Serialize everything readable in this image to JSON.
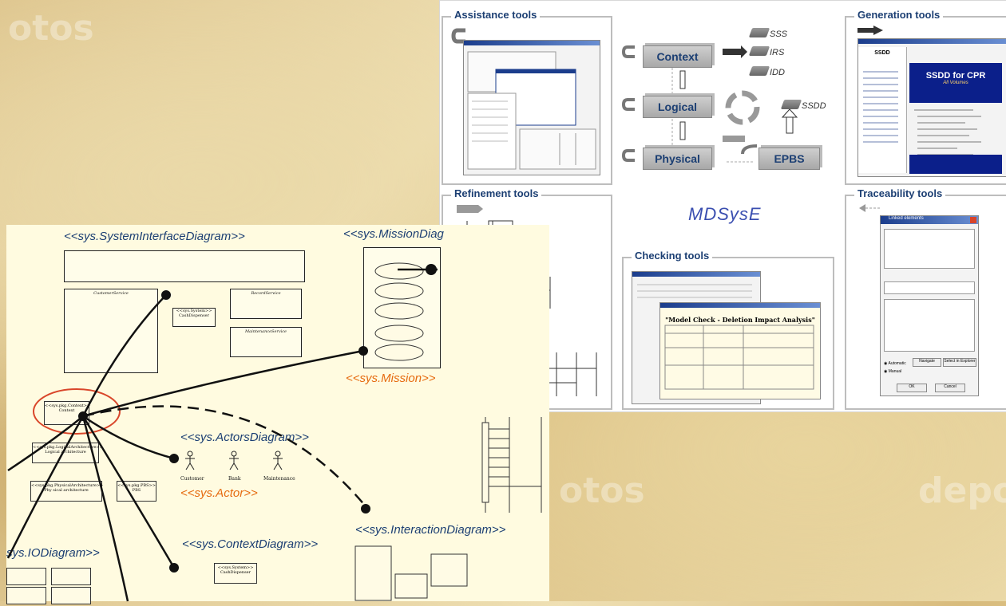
{
  "watermarks": [
    "otos",
    "otos",
    "depo"
  ],
  "panels": {
    "assistance": {
      "title": "Assistance tools"
    },
    "generation": {
      "title": "Generation tools",
      "doc_title": "SSDD",
      "doc_heading": "SSDD for CPR",
      "doc_sub": "All Volumes"
    },
    "refinement": {
      "title": "Refinement tools"
    },
    "traceability": {
      "title": "Traceability tools",
      "dialog_title": "Linked elements",
      "btn_ok": "OK",
      "btn_cancel": "Cancel",
      "btn_navigate": "Navigate",
      "btn_select": "Select in Explorer",
      "opt_auto": "Automatic",
      "opt_manual": "Manual"
    },
    "checking": {
      "title": "Checking tools",
      "report_title": "\"Model Check - Deletion Impact Analysis\""
    }
  },
  "center": {
    "context": "Context",
    "logical": "Logical",
    "physical": "Physical",
    "epbs": "EPBS",
    "docs": [
      "SSS",
      "IRS",
      "IDD",
      "SSDD"
    ],
    "logo": "MDSysE"
  },
  "uml": {
    "system_interface": "<<sys.SystemInterfaceDiagram>>",
    "mission_diagram": "<<sys.MissionDiag",
    "mission": "<<sys.Mission>>",
    "actors_diagram": "<<sys.ActorsDiagram>>",
    "actor": "<<sys.Actor>>",
    "context_diagram": "<<sys.ContextDiagram>>",
    "interaction_diagram": "<<sys.InteractionDiagram>>",
    "io_diagram": "sys.IODiagram>>",
    "actors": [
      "Customer",
      "Bank",
      "Maintenance"
    ],
    "context_pkg": "<<sys.pkg.Context>>",
    "context_pkg_name": "Context",
    "logical_pkg": "<<sys.pkg.LogicalArchitecture>>",
    "logical_pkg_name": "Logical architecture",
    "physical_pkg": "<<sys.pkg.PhysicalArchitecture>>",
    "physical_pkg_name": "Phy sical architecture",
    "pbs_pkg": "<<sys.pkg.PBS>>",
    "pbs_pkg_name": "PBS",
    "customer_service": "CustomerService",
    "cash_dispenser": "CashDispenser",
    "sys_system": "<<sys.System>>",
    "record_service": "RecordService",
    "maintenance_service": "MaintenanceService"
  }
}
